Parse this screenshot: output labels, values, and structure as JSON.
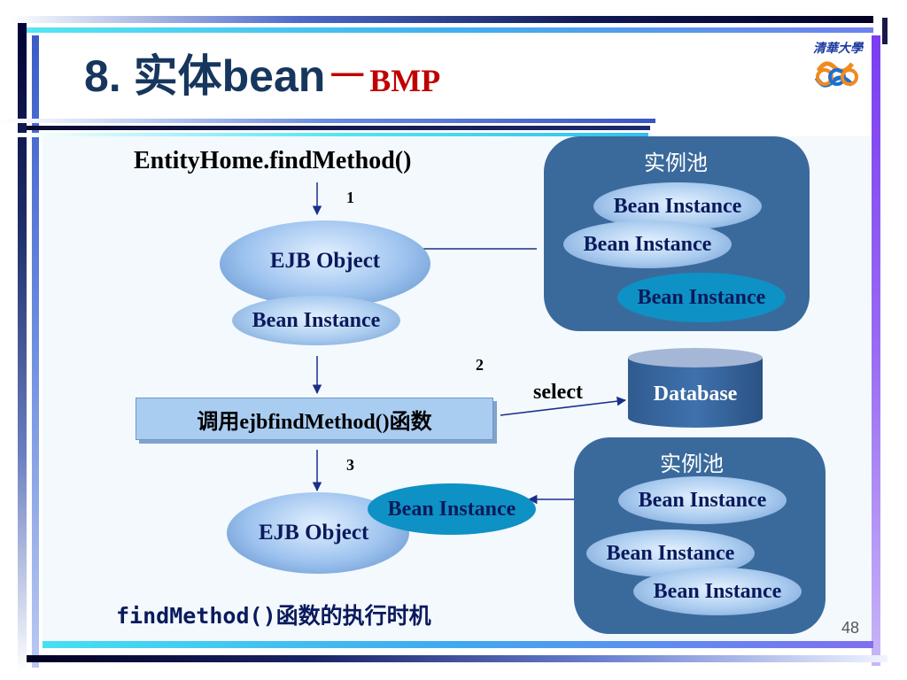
{
  "slide": {
    "title_prefix": "8. 实体bean",
    "title_dash": "－",
    "title_suffix": "BMP",
    "page_number": "48"
  },
  "logo": {
    "text": "清華大學",
    "icon": "tsinghua-logo-icon"
  },
  "diagram": {
    "call_label": "EntityHome.findMethod()",
    "step1": "1",
    "step2": "2",
    "step3": "3",
    "ejb_object_top": "EJB Object",
    "bean_instance_top": "Bean Instance",
    "call_box": "调用ejbfindMethod()函数",
    "select_label": "select",
    "database": "Database",
    "ejb_object_bottom": "EJB Object",
    "bean_instance_bottom": "Bean Instance",
    "pool_top": {
      "title": "实例池",
      "items": [
        "Bean Instance",
        "Bean Instance",
        "Bean Instance"
      ]
    },
    "pool_bottom": {
      "title": "实例池",
      "items": [
        "Bean Instance",
        "Bean Instance",
        "Bean Instance"
      ]
    },
    "caption": "findMethod()函数的执行时机"
  },
  "colors": {
    "title": "#17365d",
    "accent": "#c00000",
    "panel": "#3a6a9c",
    "arrow": "#1a2f8a"
  }
}
